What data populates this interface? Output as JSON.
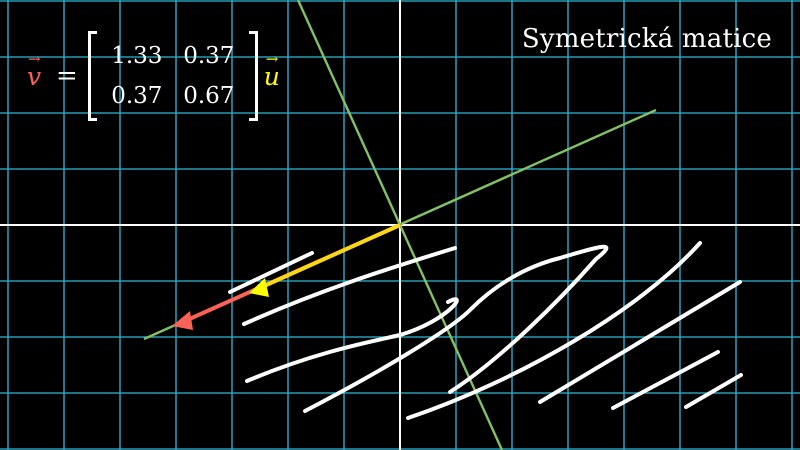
{
  "title": "Symetrická matice",
  "equation": {
    "lhs_symbol": "v",
    "rhs_symbol": "u",
    "equals": "=",
    "arrow_glyph": "→",
    "matrix": [
      [
        "1.33",
        "0.37"
      ],
      [
        "0.37",
        "0.67"
      ]
    ]
  },
  "colors": {
    "background": "#000000",
    "grid": "#29abca",
    "axes": "#ffffff",
    "eigen_lines": "#83c167",
    "vector_v": "#fc6255",
    "vector_u": "#ffff00",
    "scribble": "#ffffff"
  }
}
